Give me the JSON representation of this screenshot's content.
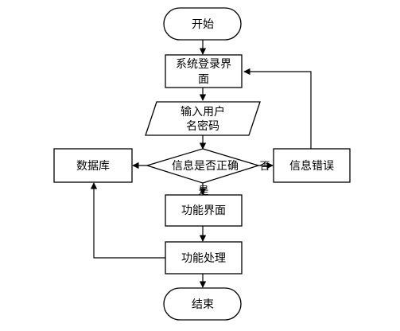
{
  "nodes": {
    "start": "开始",
    "login_line1": "系统登录界",
    "login_line2": "面",
    "input_line1": "输入用户",
    "input_line2": "名密码",
    "decision": "信息是否正确",
    "database": "数据库",
    "error": "信息错误",
    "function": "功能界面",
    "process": "功能处理",
    "end": "结束"
  },
  "edges": {
    "yes": "是",
    "no": "否"
  }
}
